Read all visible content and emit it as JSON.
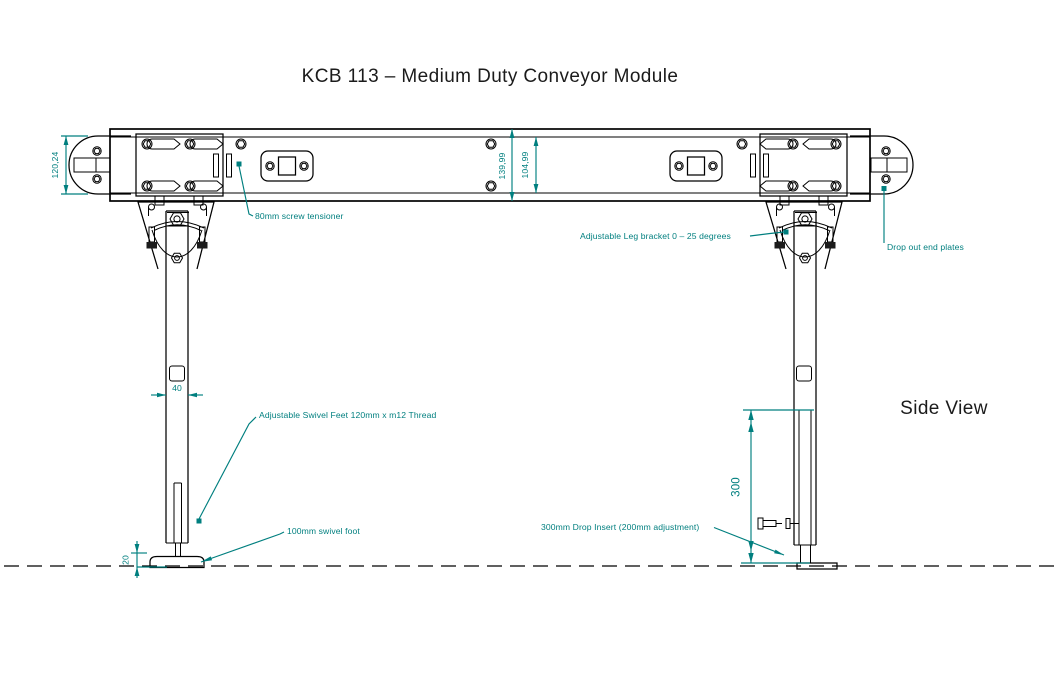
{
  "title": "KCB 113 – Medium Duty Conveyor Module",
  "view_label": "Side View",
  "colors": {
    "annotation_teal": "#007f7f",
    "drawing_black": "#000000",
    "background": "#ffffff"
  },
  "callouts": {
    "screw_tensioner": "80mm screw tensioner",
    "leg_bracket": "Adjustable Leg bracket 0 – 25 degrees",
    "end_plates": "Drop out end plates",
    "swivel_feet": "Adjustable Swivel Feet 120mm x m12 Thread",
    "swivel_foot": "100mm swivel foot",
    "drop_insert": "300mm Drop Insert (200mm adjustment)"
  },
  "dimensions": {
    "end_plate_height": "120,24",
    "beam_height_outer": "139,99",
    "beam_height_inner": "104,99",
    "leg_width": "40",
    "drop_insert_height": "300",
    "foot_height": "20"
  }
}
